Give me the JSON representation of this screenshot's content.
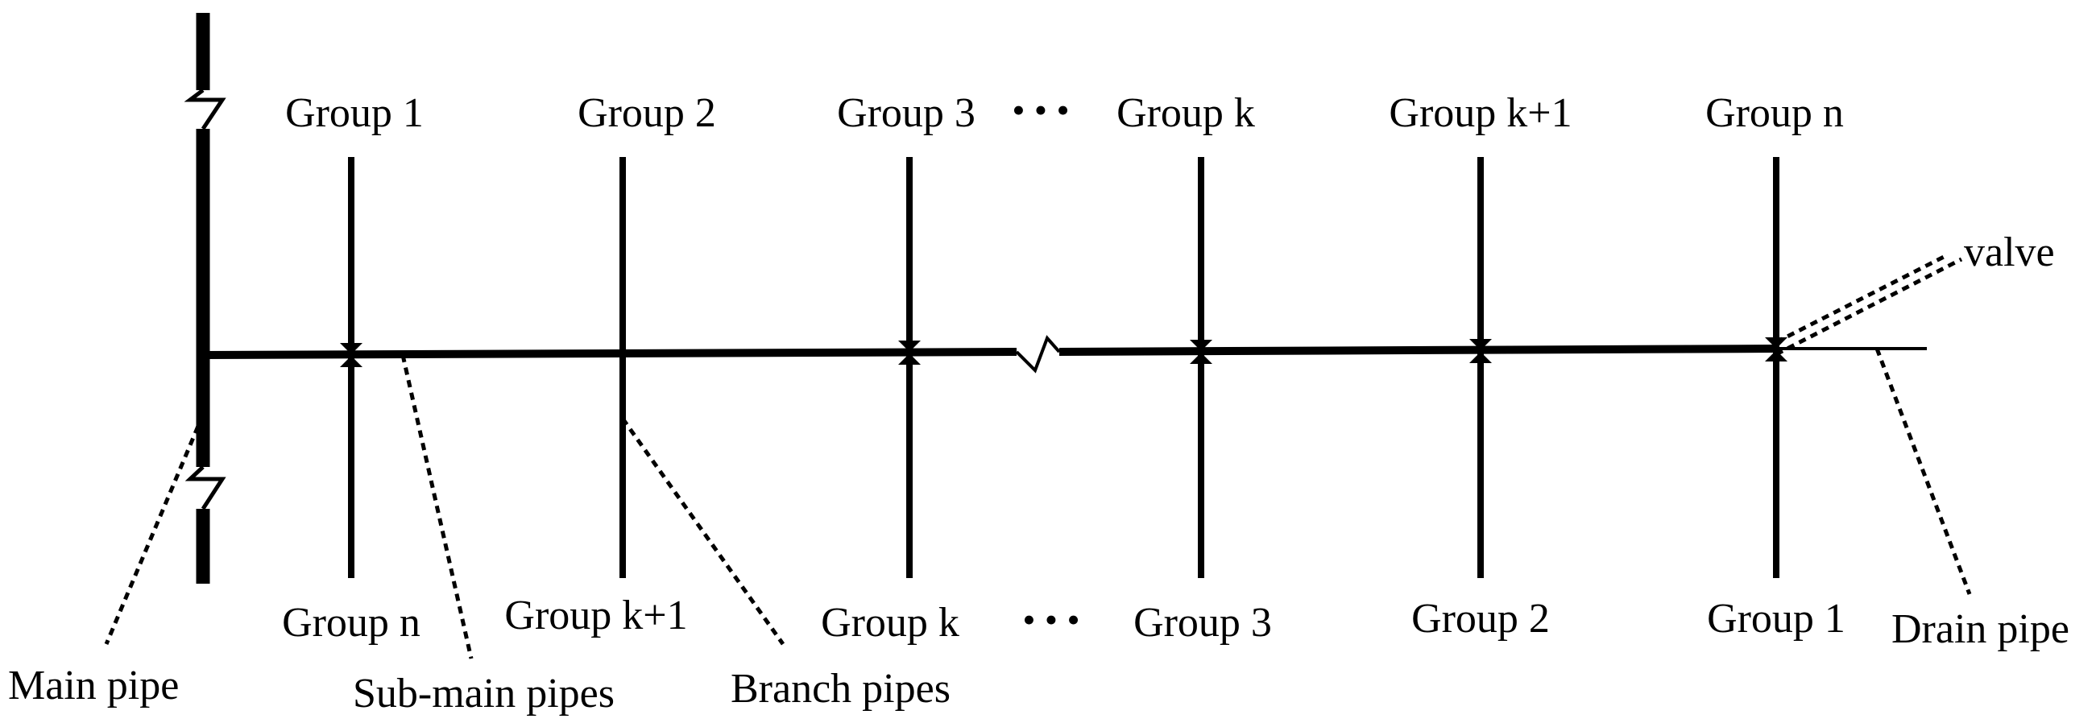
{
  "top_groups": [
    "Group 1",
    "Group 2",
    "Group 3",
    "Group k",
    "Group k+1",
    "Group n"
  ],
  "bottom_groups": [
    "Group n",
    "Group k+1",
    "Group k",
    "Group 3",
    "Group 2",
    "Group 1"
  ],
  "ellipsis": "• • •",
  "labels": {
    "main_pipe": "Main pipe",
    "sub_main_pipes": "Sub-main pipes",
    "branch_pipes": "Branch pipes",
    "valve": "valve",
    "drain_pipe": "Drain pipe"
  }
}
